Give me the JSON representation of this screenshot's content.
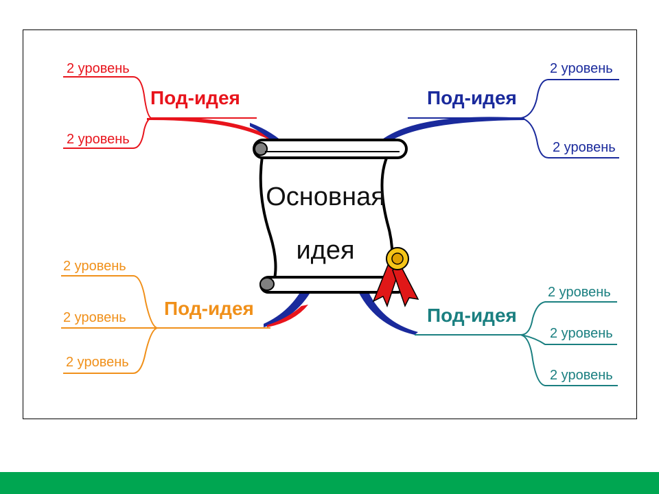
{
  "central": {
    "line1": "Основная",
    "line2": "идея"
  },
  "branches": [
    {
      "id": "top-left",
      "color": "#e8141c",
      "title": "Под-идея",
      "items": [
        "2 уровень",
        "2 уровень"
      ]
    },
    {
      "id": "top-right",
      "color": "#1a2a9c",
      "title": "Под-идея",
      "items": [
        "2 уровень",
        "2 уровень"
      ]
    },
    {
      "id": "bottom-left",
      "color": "#f0901a",
      "title": "Под-идея",
      "items": [
        "2 уровень",
        "2 уровень",
        "2 уровень"
      ]
    },
    {
      "id": "bottom-right",
      "color": "#1a7f80",
      "title": "Под-идея",
      "items": [
        "2 уровень",
        "2 уровень",
        "2 уровень"
      ]
    }
  ],
  "colors": {
    "footer_bar": "#00a651",
    "scroll_fill": "#ffffff",
    "scroll_shadow": "#808080",
    "ribbon": "#e01818",
    "medal": "#f5c518"
  }
}
